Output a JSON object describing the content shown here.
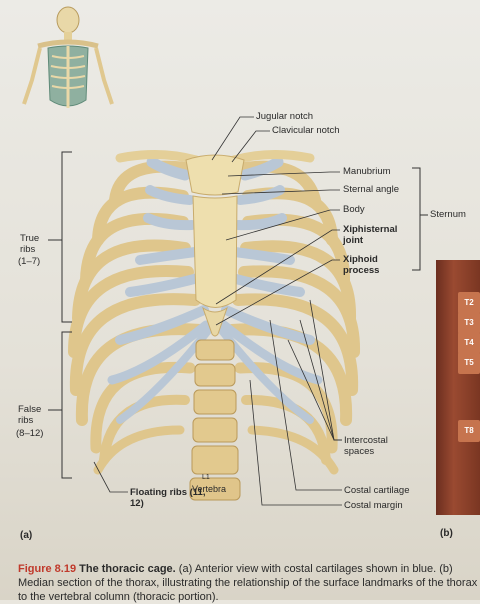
{
  "labels": {
    "jugular_notch": "Jugular notch",
    "clavicular_notch": "Clavicular notch",
    "manubrium": "Manubrium",
    "sternal_angle": "Sternal angle",
    "body": "Body",
    "xiphisternal_joint": "Xiphisternal joint",
    "xiphoid_process": "Xiphoid process",
    "sternum": "Sternum",
    "true_ribs": "True ribs",
    "true_ribs_range": "(1–7)",
    "false_ribs": "False ribs",
    "false_ribs_range": "(8–12)",
    "intercostal_spaces": "Intercostal spaces",
    "costal_cartilage": "Costal cartilage",
    "costal_margin": "Costal margin",
    "floating_ribs": "Floating ribs (11, 12)",
    "vertebra": "Vertebra",
    "vertebra_sub": "L1",
    "panel_a": "(a)",
    "panel_b": "(b)"
  },
  "side_vertebrae": [
    "T2",
    "T3",
    "T4",
    "T5",
    "T8"
  ],
  "caption": {
    "figure": "Figure 8.19",
    "title": "The thoracic cage.",
    "text_a": "(a) Anterior view with costal cartilages shown in blue.",
    "text_b": "(b) Median section of the thorax, illustrating the relationship of the surface landmarks of the thorax to the vertebral column (thoracic portion)."
  },
  "colors": {
    "bone": "#ecd9a0",
    "bone_shade": "#c9a860",
    "cartilage": "#b9c7d6",
    "text": "#2a2a2a",
    "caption_accent": "#c0392b"
  }
}
